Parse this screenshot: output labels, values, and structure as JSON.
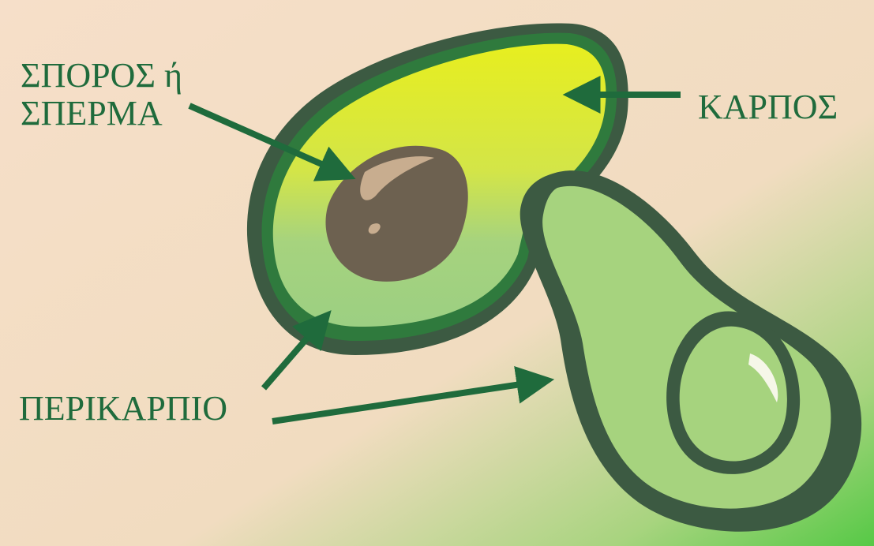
{
  "colors": {
    "background_light": "#f6dfc9",
    "background_green": "#56c946",
    "label_text": "#1f6b3c",
    "arrow": "#1f6b3c",
    "skin_dark": "#3c5a42",
    "skin_mid": "#2f7a3d",
    "flesh_yellow": "#e7ee1f",
    "flesh_light_green": "#a6d37e",
    "seed_brown": "#6d6150",
    "seed_highlight": "#c8ad8f"
  },
  "labels": {
    "seed_line1": "ΣΠΟΡΟΣ ή",
    "seed_line2": "ΣΠΕΡΜΑ",
    "fruit": "ΚΑΡΠΟΣ",
    "pericarp": "ΠΕΡΙΚΑΡΠΙΟ"
  },
  "icons": {
    "left_half": "avocado-half-with-seed",
    "right_half": "avocado-half-empty"
  }
}
